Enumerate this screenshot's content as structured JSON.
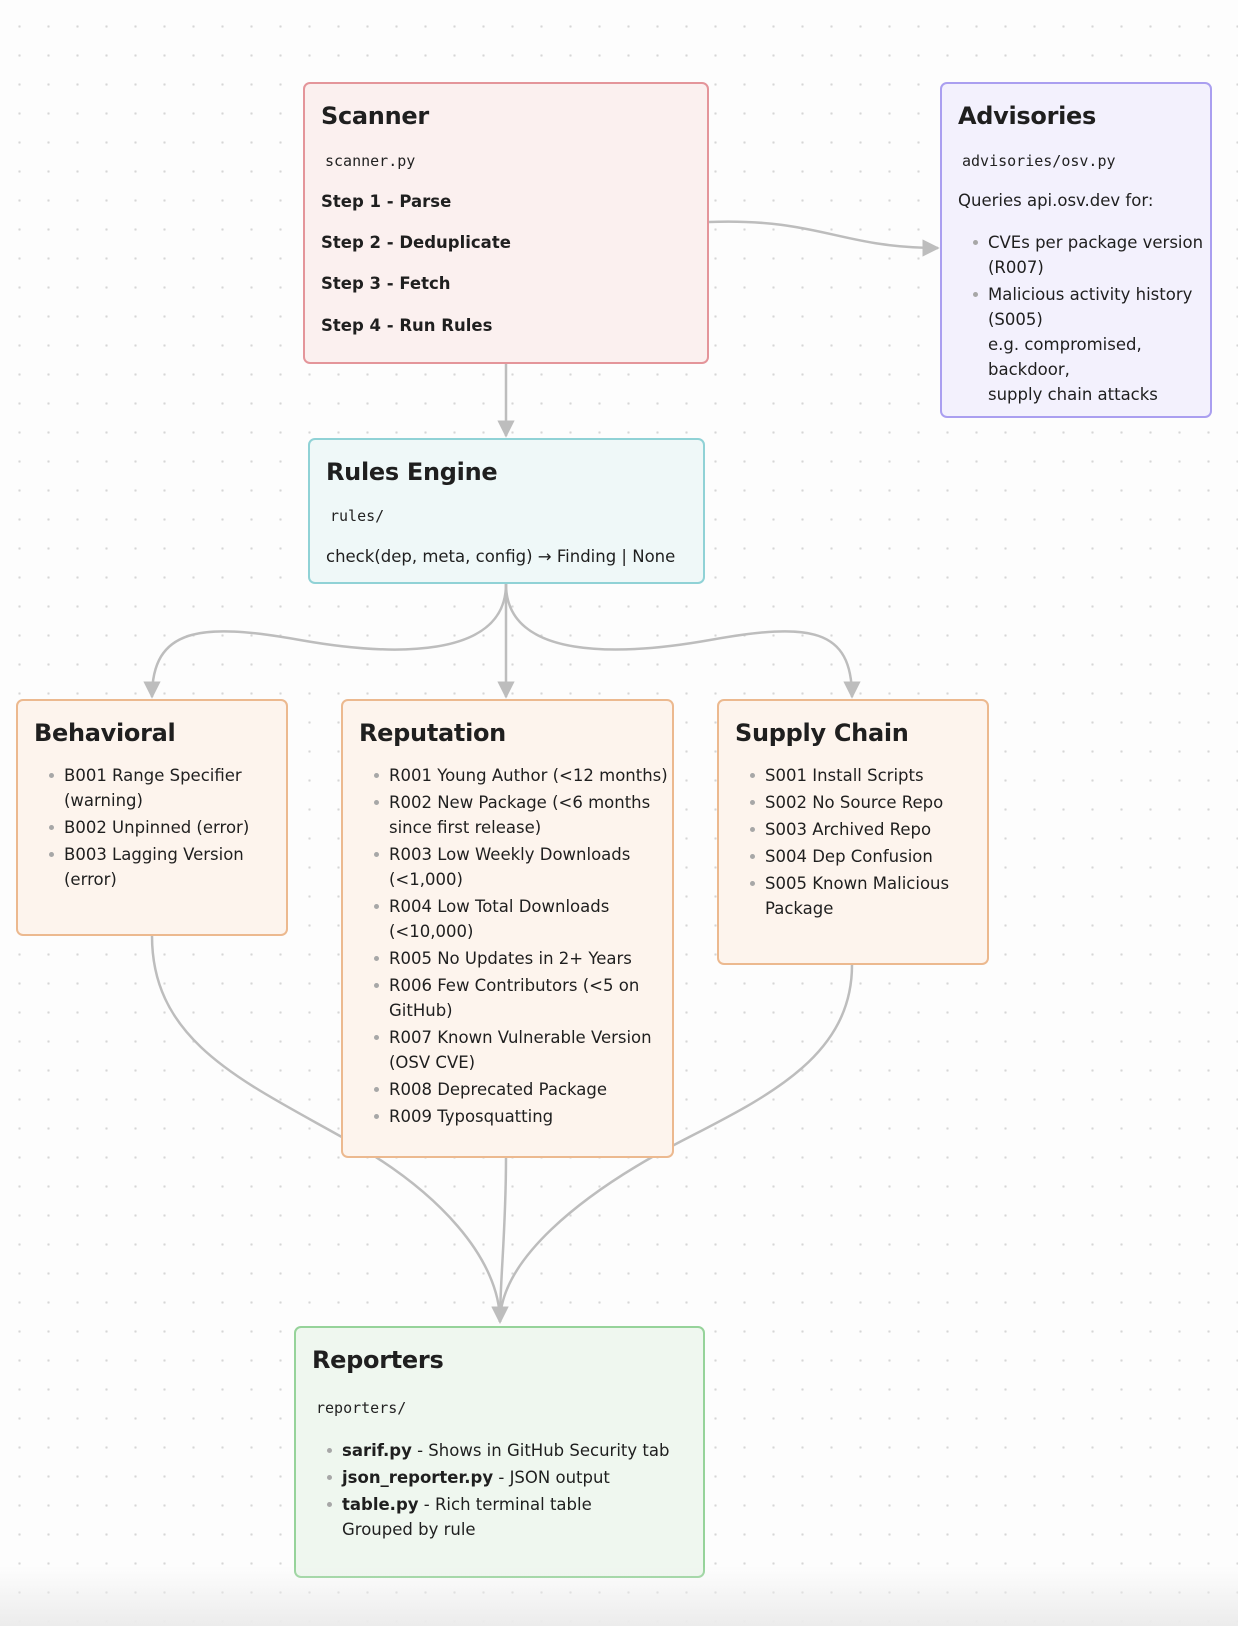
{
  "scanner": {
    "title": "Scanner",
    "file": "scanner.py",
    "steps": [
      "Step 1 - Parse",
      "Step 2 - Deduplicate",
      "Step 3 - Fetch",
      "Step 4 - Run Rules"
    ]
  },
  "advisories": {
    "title": "Advisories",
    "file": "advisories/osv.py",
    "intro": "Queries api.osv.dev for:",
    "items": [
      {
        "lines": [
          "CVEs per package version",
          "(R007)"
        ]
      },
      {
        "lines": [
          "Malicious activity history",
          "(S005)",
          "e.g. compromised,",
          "backdoor,",
          "supply chain attacks"
        ]
      }
    ]
  },
  "rules": {
    "title": "Rules Engine",
    "file": "rules/",
    "signature": "check(dep, meta, config) → Finding | None"
  },
  "behavioral": {
    "title": "Behavioral",
    "items": [
      {
        "lines": [
          "B001 Range Specifier",
          "(warning)"
        ]
      },
      {
        "lines": [
          "B002 Unpinned (error)"
        ]
      },
      {
        "lines": [
          "B003 Lagging Version",
          "(error)"
        ]
      }
    ]
  },
  "reputation": {
    "title": "Reputation",
    "items": [
      {
        "lines": [
          "R001 Young Author (<12 months)"
        ]
      },
      {
        "lines": [
          "R002 New Package (<6 months",
          "since first release)"
        ]
      },
      {
        "lines": [
          "R003 Low Weekly Downloads",
          "(<1,000)"
        ]
      },
      {
        "lines": [
          "R004 Low Total Downloads",
          "(<10,000)"
        ]
      },
      {
        "lines": [
          "R005 No Updates in 2+ Years"
        ]
      },
      {
        "lines": [
          "R006 Few Contributors (<5 on",
          "GitHub)"
        ]
      },
      {
        "lines": [
          "R007 Known Vulnerable Version",
          "(OSV CVE)"
        ]
      },
      {
        "lines": [
          "R008 Deprecated Package"
        ]
      },
      {
        "lines": [
          "R009 Typosquatting"
        ]
      }
    ]
  },
  "supply_chain": {
    "title": "Supply Chain",
    "items": [
      {
        "lines": [
          "S001 Install Scripts"
        ]
      },
      {
        "lines": [
          "S002 No Source Repo"
        ]
      },
      {
        "lines": [
          "S003 Archived Repo"
        ]
      },
      {
        "lines": [
          "S004 Dep Confusion"
        ]
      },
      {
        "lines": [
          "S005 Known Malicious",
          "Package"
        ]
      }
    ]
  },
  "reporters": {
    "title": "Reporters",
    "file": "reporters/",
    "items": [
      {
        "name": "sarif.py",
        "desc": " - Shows in GitHub Security tab"
      },
      {
        "name": "json_reporter.py",
        "desc": " - JSON output"
      },
      {
        "name": "table.py",
        "desc": " - Rich terminal table",
        "extra": "Grouped by rule"
      }
    ]
  },
  "colors": {
    "scanner": "#e4959a",
    "advisories": "#aa9ff0",
    "rules": "#90d2d6",
    "categories": "#ecb98f",
    "reporters": "#96d39a",
    "edges": "#bdbdbd"
  }
}
